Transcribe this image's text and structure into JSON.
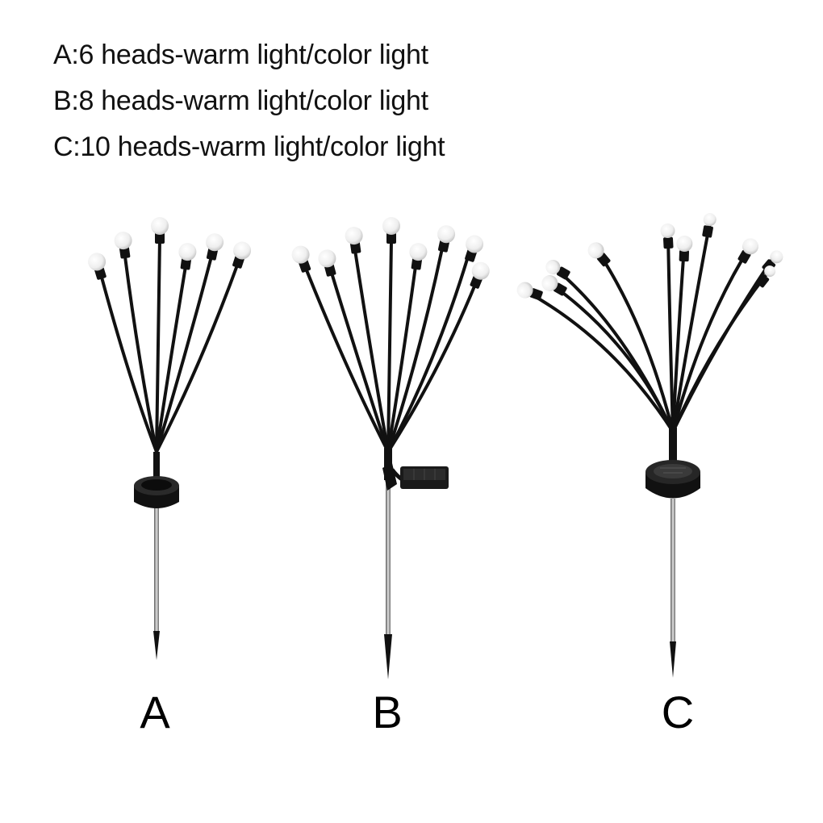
{
  "specs": [
    "A:6 heads-warm light/color light",
    "B:8 heads-warm light/color light",
    "C:10 heads-warm light/color light"
  ],
  "variants": [
    {
      "label": "A",
      "heads": 6
    },
    {
      "label": "B",
      "heads": 8
    },
    {
      "label": "C",
      "heads": 10
    }
  ],
  "colors": {
    "text": "#111111",
    "stem": "#111111",
    "bulb": "#f4f4f4",
    "stake": "#9a9a9a",
    "base": "#1c1c1c"
  }
}
